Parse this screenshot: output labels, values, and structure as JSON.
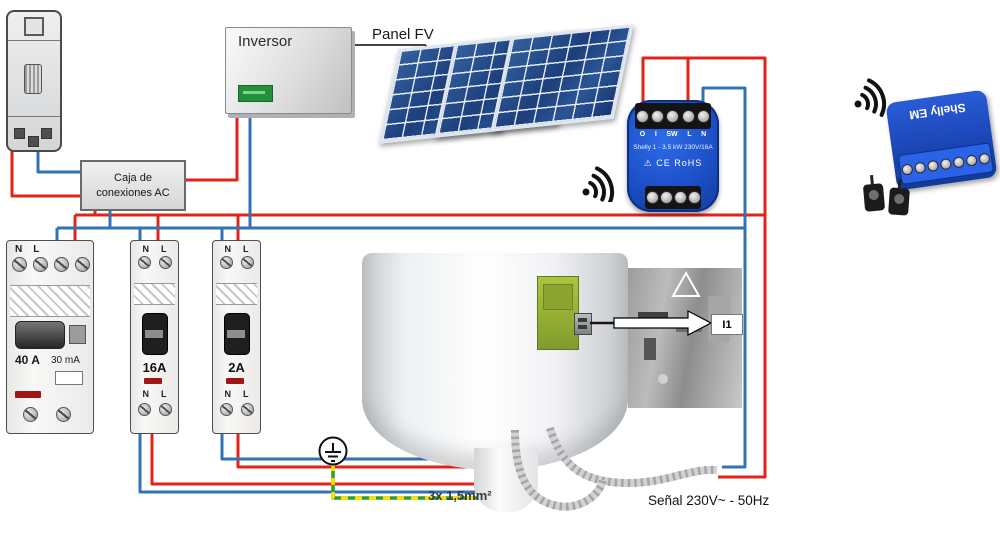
{
  "colors": {
    "live_red": "#e2231a",
    "neutral_blue": "#3173b5",
    "earth_green": "#2f9e2f",
    "earth_yellow": "#ffdf00",
    "shelly_blue": "#1c50c8"
  },
  "inverter": {
    "label": "Inversor"
  },
  "pv": {
    "label": "Panel FV"
  },
  "ac_box": {
    "line1": "Caja de",
    "line2": "conexiones AC"
  },
  "rcd": {
    "n": "N",
    "l": "L",
    "rating": "40 A",
    "sensitivity": "30 mA"
  },
  "breaker16": {
    "label": "16A",
    "n": "N",
    "l": "L"
  },
  "breaker2": {
    "label": "2A",
    "n": "N",
    "l": "L"
  },
  "shelly1": {
    "terminals": [
      "O",
      "I",
      "SW",
      "L",
      "N"
    ],
    "model": "Shelly 1 - 3.5 kW 230V/16A",
    "marks": "⚠ CE RoHS"
  },
  "shelly_em": {
    "label": "Shelly EM"
  },
  "pcb": {
    "input": "I1"
  },
  "cable_label": "3x 1,5mm²",
  "signal_label": "Señal 230V~ - 50Hz"
}
